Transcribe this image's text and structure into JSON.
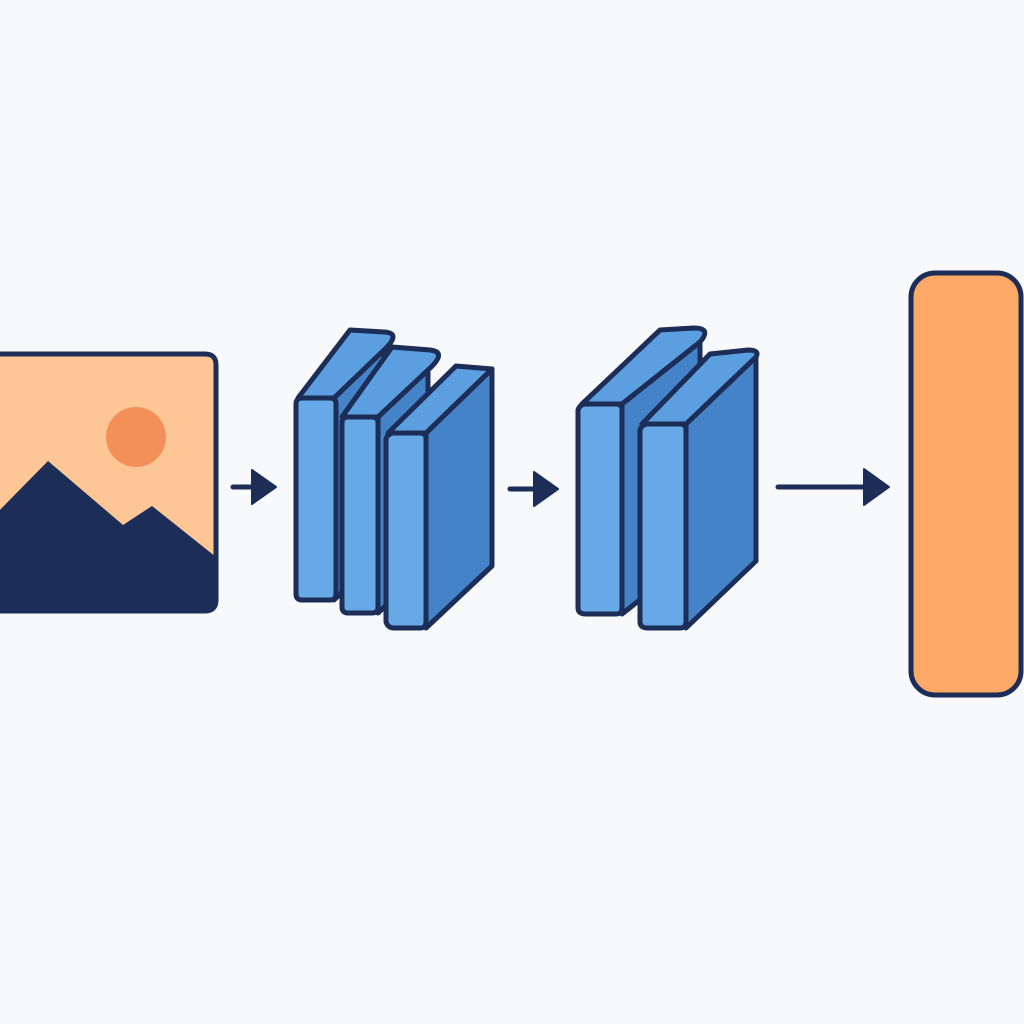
{
  "colors": {
    "background": "#f8f9fa",
    "outline": "#1c2d57",
    "image_bg": "#fcc794",
    "sun": "#f3905a",
    "mountain": "#1c2d57",
    "slab_front": "#66a9e6",
    "slab_side": "#4583c9",
    "slab_top": "#5c9fe0",
    "output_fill": "#fca866",
    "arrow": "#1c2d57"
  },
  "icons": {
    "input": "image-icon",
    "stack_a": "feature-map-stack-icon",
    "stack_b": "feature-map-stack-icon",
    "output": "output-vector-icon",
    "connector": "arrow-right-icon"
  },
  "diagram": {
    "stage_count": 4,
    "stack_a_layers": 3,
    "stack_b_layers": 2,
    "arrow_count": 3
  }
}
